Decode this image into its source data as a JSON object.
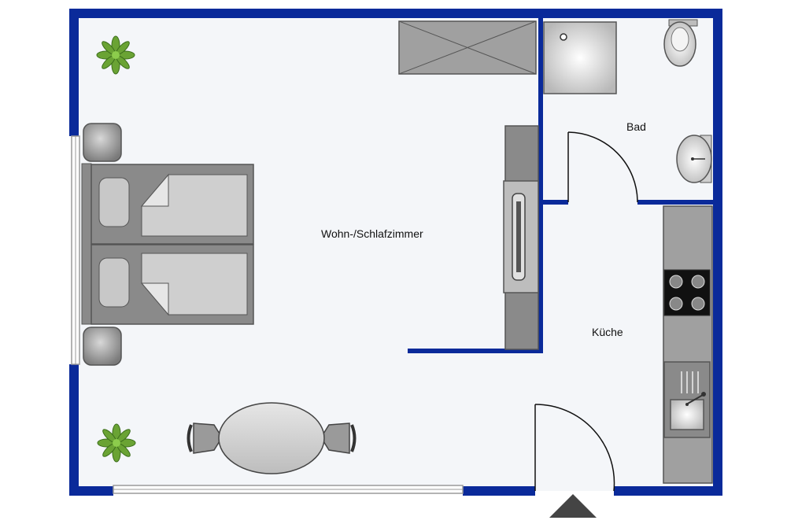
{
  "rooms": {
    "living": "Wohn-/Schlafzimmer",
    "bath": "Bad",
    "kitchen": "Küche"
  },
  "colors": {
    "wall": "#0a2a9a",
    "floor": "#f4f6f9",
    "furniture_dark": "#8a8a8a",
    "furniture_light": "#cfcfcf",
    "plant": "#6aa334"
  },
  "icons": [
    "plant-icon",
    "bed-icon",
    "wardrobe-icon",
    "tv-icon",
    "shower-icon",
    "toilet-icon",
    "sink-icon",
    "stove-icon",
    "dining-table-icon",
    "entrance-arrow-icon"
  ]
}
